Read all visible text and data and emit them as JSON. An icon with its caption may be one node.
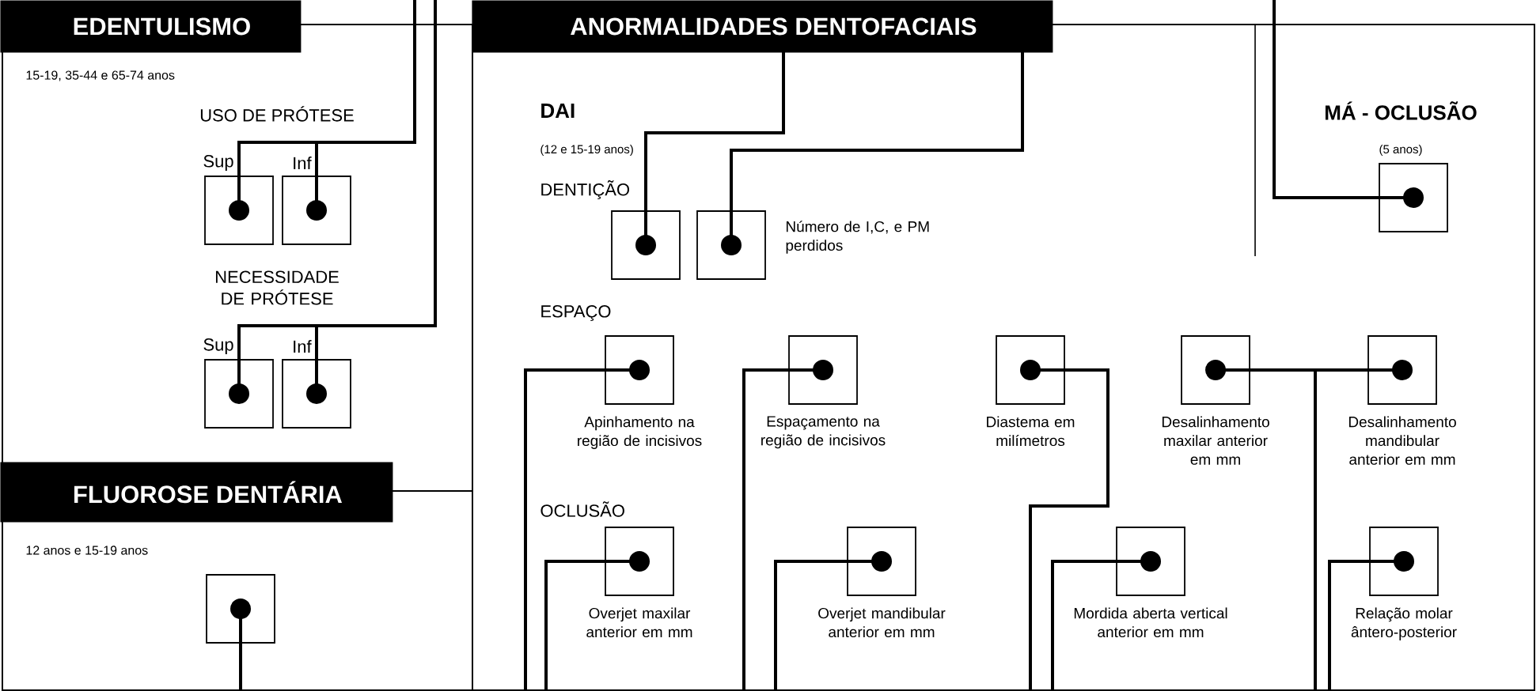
{
  "diagram": {
    "nodes": [
      {
        "text": [
          "EDENTULISMO",
          "15-19, 35-44 e 65-74 anos"
        ]
      },
      {
        "text": [
          "Sup"
        ],
        "in": 0
      },
      {
        "text": [
          "Inf"
        ],
        "in": 0
      },
      {
        "text": [
          "Sup"
        ],
        "in": 0
      },
      {
        "text": [
          "Inf"
        ],
        "in": 0
      },
      {
        "text": [
          "FLUOROSE DENTÁRIA",
          "12 anos e 15-19 anos"
        ]
      },
      {
        "text": [],
        "shape": "box",
        "in": 5
      },
      {
        "text": [
          "ANORMALIDADES DENTOFACIAIS"
        ]
      },
      {
        "text": [],
        "shape": "box",
        "in": 7
      },
      {
        "text": [],
        "shape": "box",
        "in": 7,
        "beside": [
          "Número de I,C, e PM perdidos"
        ]
      },
      {
        "text": [],
        "shape": "box",
        "in": 7
      },
      {
        "text": [],
        "shape": "box",
        "in": 7,
        "beside": [
          "Apinhamento na região de incisivos"
        ]
      },
      {
        "text": [],
        "shape": "box",
        "in": 7,
        "beside": [
          "Espaçamento na região de incisivos"
        ]
      },
      {
        "text": [],
        "shape": "box",
        "in": 7,
        "beside": [
          "Diastema em milímetros"
        ]
      },
      {
        "text": [],
        "shape": "box",
        "in": 7,
        "beside": [
          "Desalinhamento maxilar anterior em mm"
        ]
      },
      {
        "text": [],
        "shape": "box",
        "in": 7,
        "beside": [
          "Desalinhamento mandibular anterior em mm"
        ]
      },
      {
        "text": [],
        "shape": "box",
        "in": 7,
        "beside": [
          "Overjet maxilar anterior em mm"
        ]
      },
      {
        "text": [],
        "shape": "box",
        "in": 7,
        "beside": [
          "Overjet mandibular anterior em mm"
        ]
      },
      {
        "text": [],
        "shape": "box",
        "in": 7,
        "beside": [
          "Mordida aberta vertical anterior em mm"
        ]
      },
      {
        "text": [],
        "shape": "box",
        "in": 7,
        "beside": [
          "Relação molar ântero-posterior"
        ]
      }
    ],
    "edges": [
      {
        "from": 1,
        "to": null,
        "arrow": "other"
      },
      {
        "from": 2,
        "to": null,
        "arrow": "other"
      },
      {
        "from": 3,
        "to": null,
        "arrow": "other"
      },
      {
        "from": 4,
        "to": null,
        "arrow": "other"
      },
      {
        "from": 6,
        "to": null,
        "arrow": "other"
      },
      {
        "from": 8,
        "to": null,
        "arrow": "other"
      },
      {
        "from": 9,
        "to": null,
        "arrow": "other"
      },
      {
        "from": 10,
        "to": null,
        "arrow": "other"
      },
      {
        "from": 11,
        "to": null,
        "arrow": "other"
      },
      {
        "from": 12,
        "to": null,
        "arrow": "other"
      },
      {
        "from": 13,
        "to": null,
        "arrow": "other"
      },
      {
        "from": 14,
        "to": null,
        "arrow": "other"
      },
      {
        "from": 15,
        "to": null,
        "arrow": "other"
      },
      {
        "from": 16,
        "to": null,
        "arrow": "other"
      },
      {
        "from": 17,
        "to": null,
        "arrow": "other"
      },
      {
        "from": 18,
        "to": null,
        "arrow": "other"
      },
      {
        "from": 19,
        "to": null,
        "arrow": "other"
      }
    ],
    "labels": [
      "USO DE PRÓTESE",
      "NECESSIDADE DE PRÓTESE",
      "DAI",
      "(12 e 15-19 anos)",
      "DENTIÇÃO",
      "MÁ - OCLUSÃO",
      "(5 anos)",
      "ESPAÇO",
      "OCLUSÃO"
    ]
  }
}
